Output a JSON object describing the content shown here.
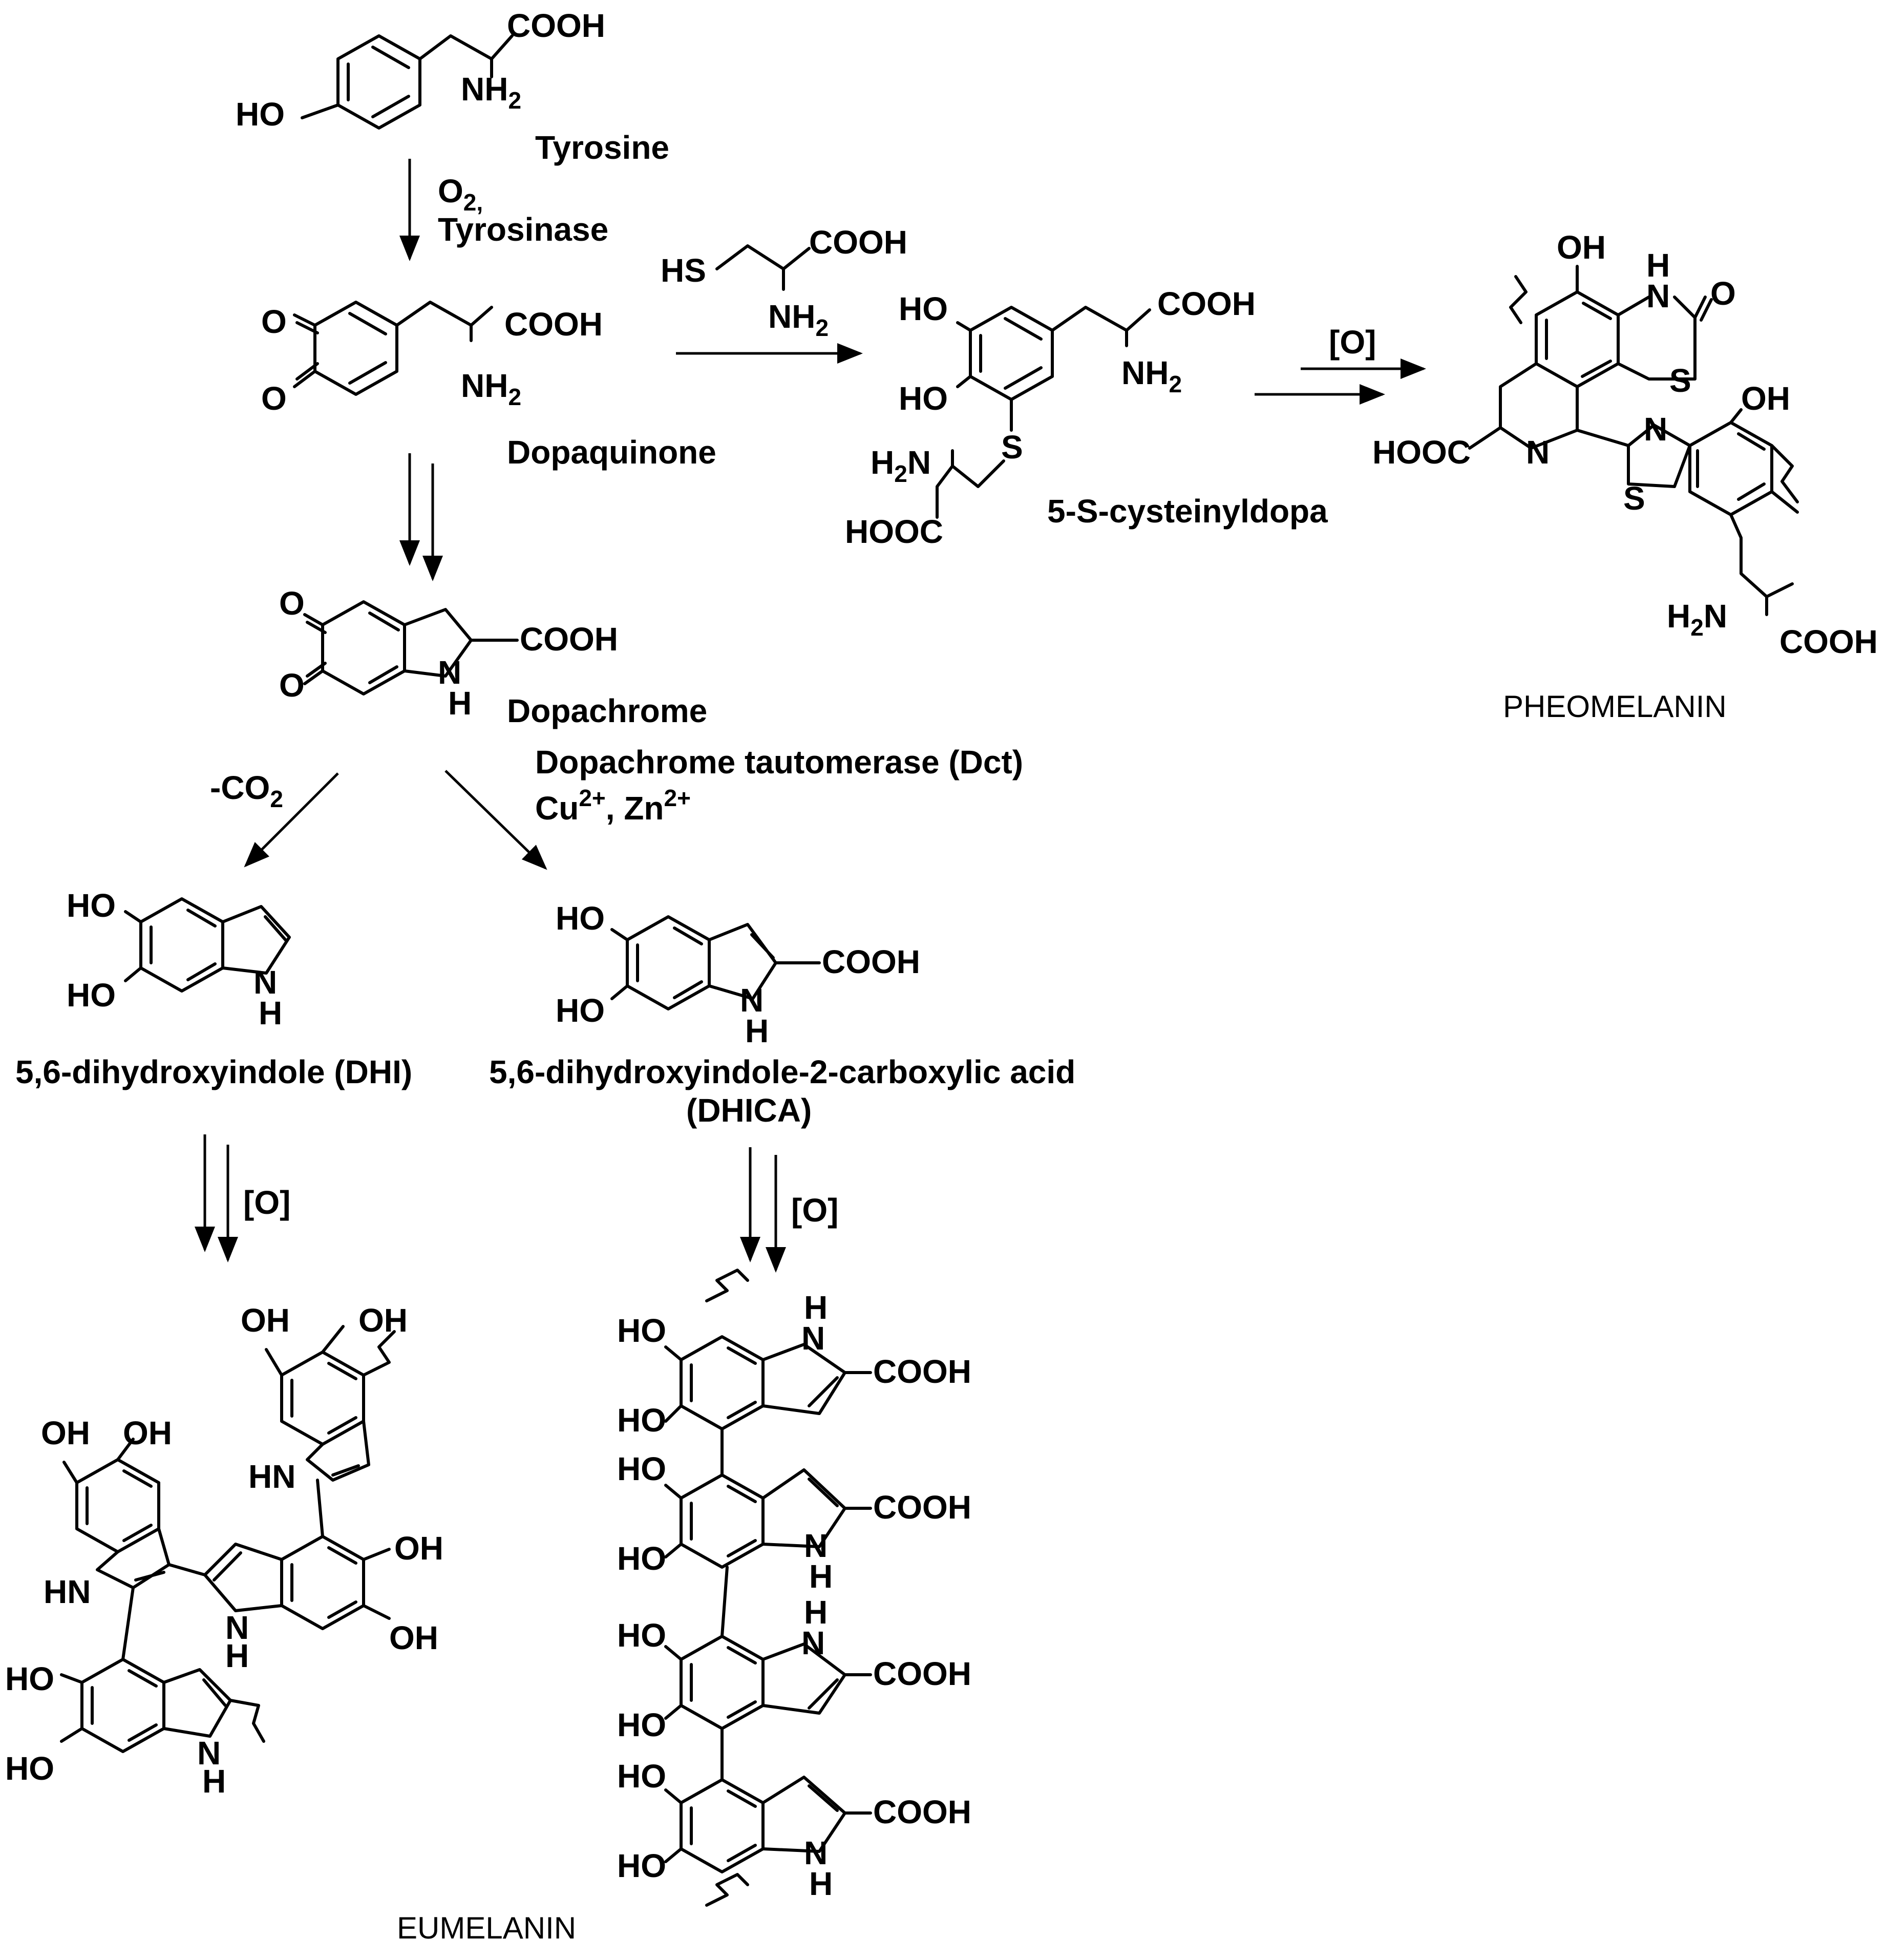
{
  "compounds": {
    "tyrosine": "Tyrosine",
    "dopaquinone": "Dopaquinone",
    "dopachrome": "Dopachrome",
    "cysteinyldopa": "5-S-cysteinyldopa",
    "dhi": "5,6-dihydroxyindole (DHI)",
    "dhica_line1": "5,6-dihydroxyindole-2-carboxylic acid",
    "dhica_line2": "(DHICA)",
    "pheomelanin": "PHEOMELANIN",
    "eumelanin": "EUMELANIN"
  },
  "conditions": {
    "o2": "O",
    "o2_sub": "2,",
    "tyrosinase": "Tyrosinase",
    "ox": "[O]",
    "co2_prefix": "-CO",
    "co2_sub": "2",
    "dct": "Dopachrome tautomerase (Dct)",
    "cu": "Cu",
    "cu_sup": "2+",
    "zn": ", Zn",
    "zn_sup": "2+"
  },
  "atoms": {
    "cooh": "COOH",
    "hooc": "HOOC",
    "nh": "NH",
    "nh2_sub": "2",
    "h2n_h": "H",
    "h2n_sub": "2",
    "h2n_n": "N",
    "ho": "HO",
    "oh": "OH",
    "hs": "HS",
    "s": "S",
    "o": "O",
    "n": "N",
    "h": "H",
    "hn": "HN"
  }
}
